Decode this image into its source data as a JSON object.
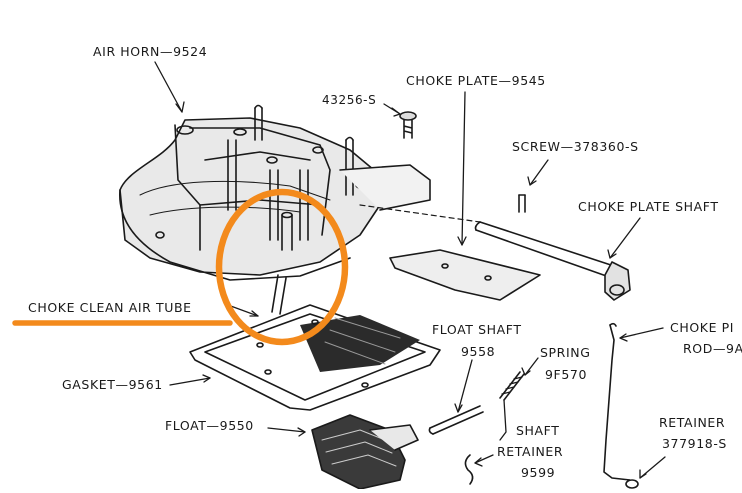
{
  "labels": {
    "air_horn": "AIR HORN—9524",
    "screw_43256": "43256-S",
    "choke_plate": "CHOKE PLATE—9545",
    "screw_378360": "SCREW—378360-S",
    "choke_plate_shaft": "CHOKE PLATE SHAFT",
    "choke_clean_air_tube": "CHOKE CLEAN AIR TUBE",
    "float_shaft": "FLOAT SHAFT",
    "float_shaft_num": "9558",
    "spring": "SPRING",
    "spring_num": "9F570",
    "choke_rod": "CHOKE PI",
    "choke_rod_num": "ROD—9A",
    "gasket": "GASKET—9561",
    "retainer": "RETAINER",
    "retainer_num": "377918-S",
    "float": "FLOAT—9550",
    "shaft_retainer_1": "SHAFT",
    "shaft_retainer_2": "RETAINER",
    "shaft_retainer_num": "9599"
  },
  "colors": {
    "annotation": "#f38a1c",
    "ink": "#1a1a1a"
  }
}
